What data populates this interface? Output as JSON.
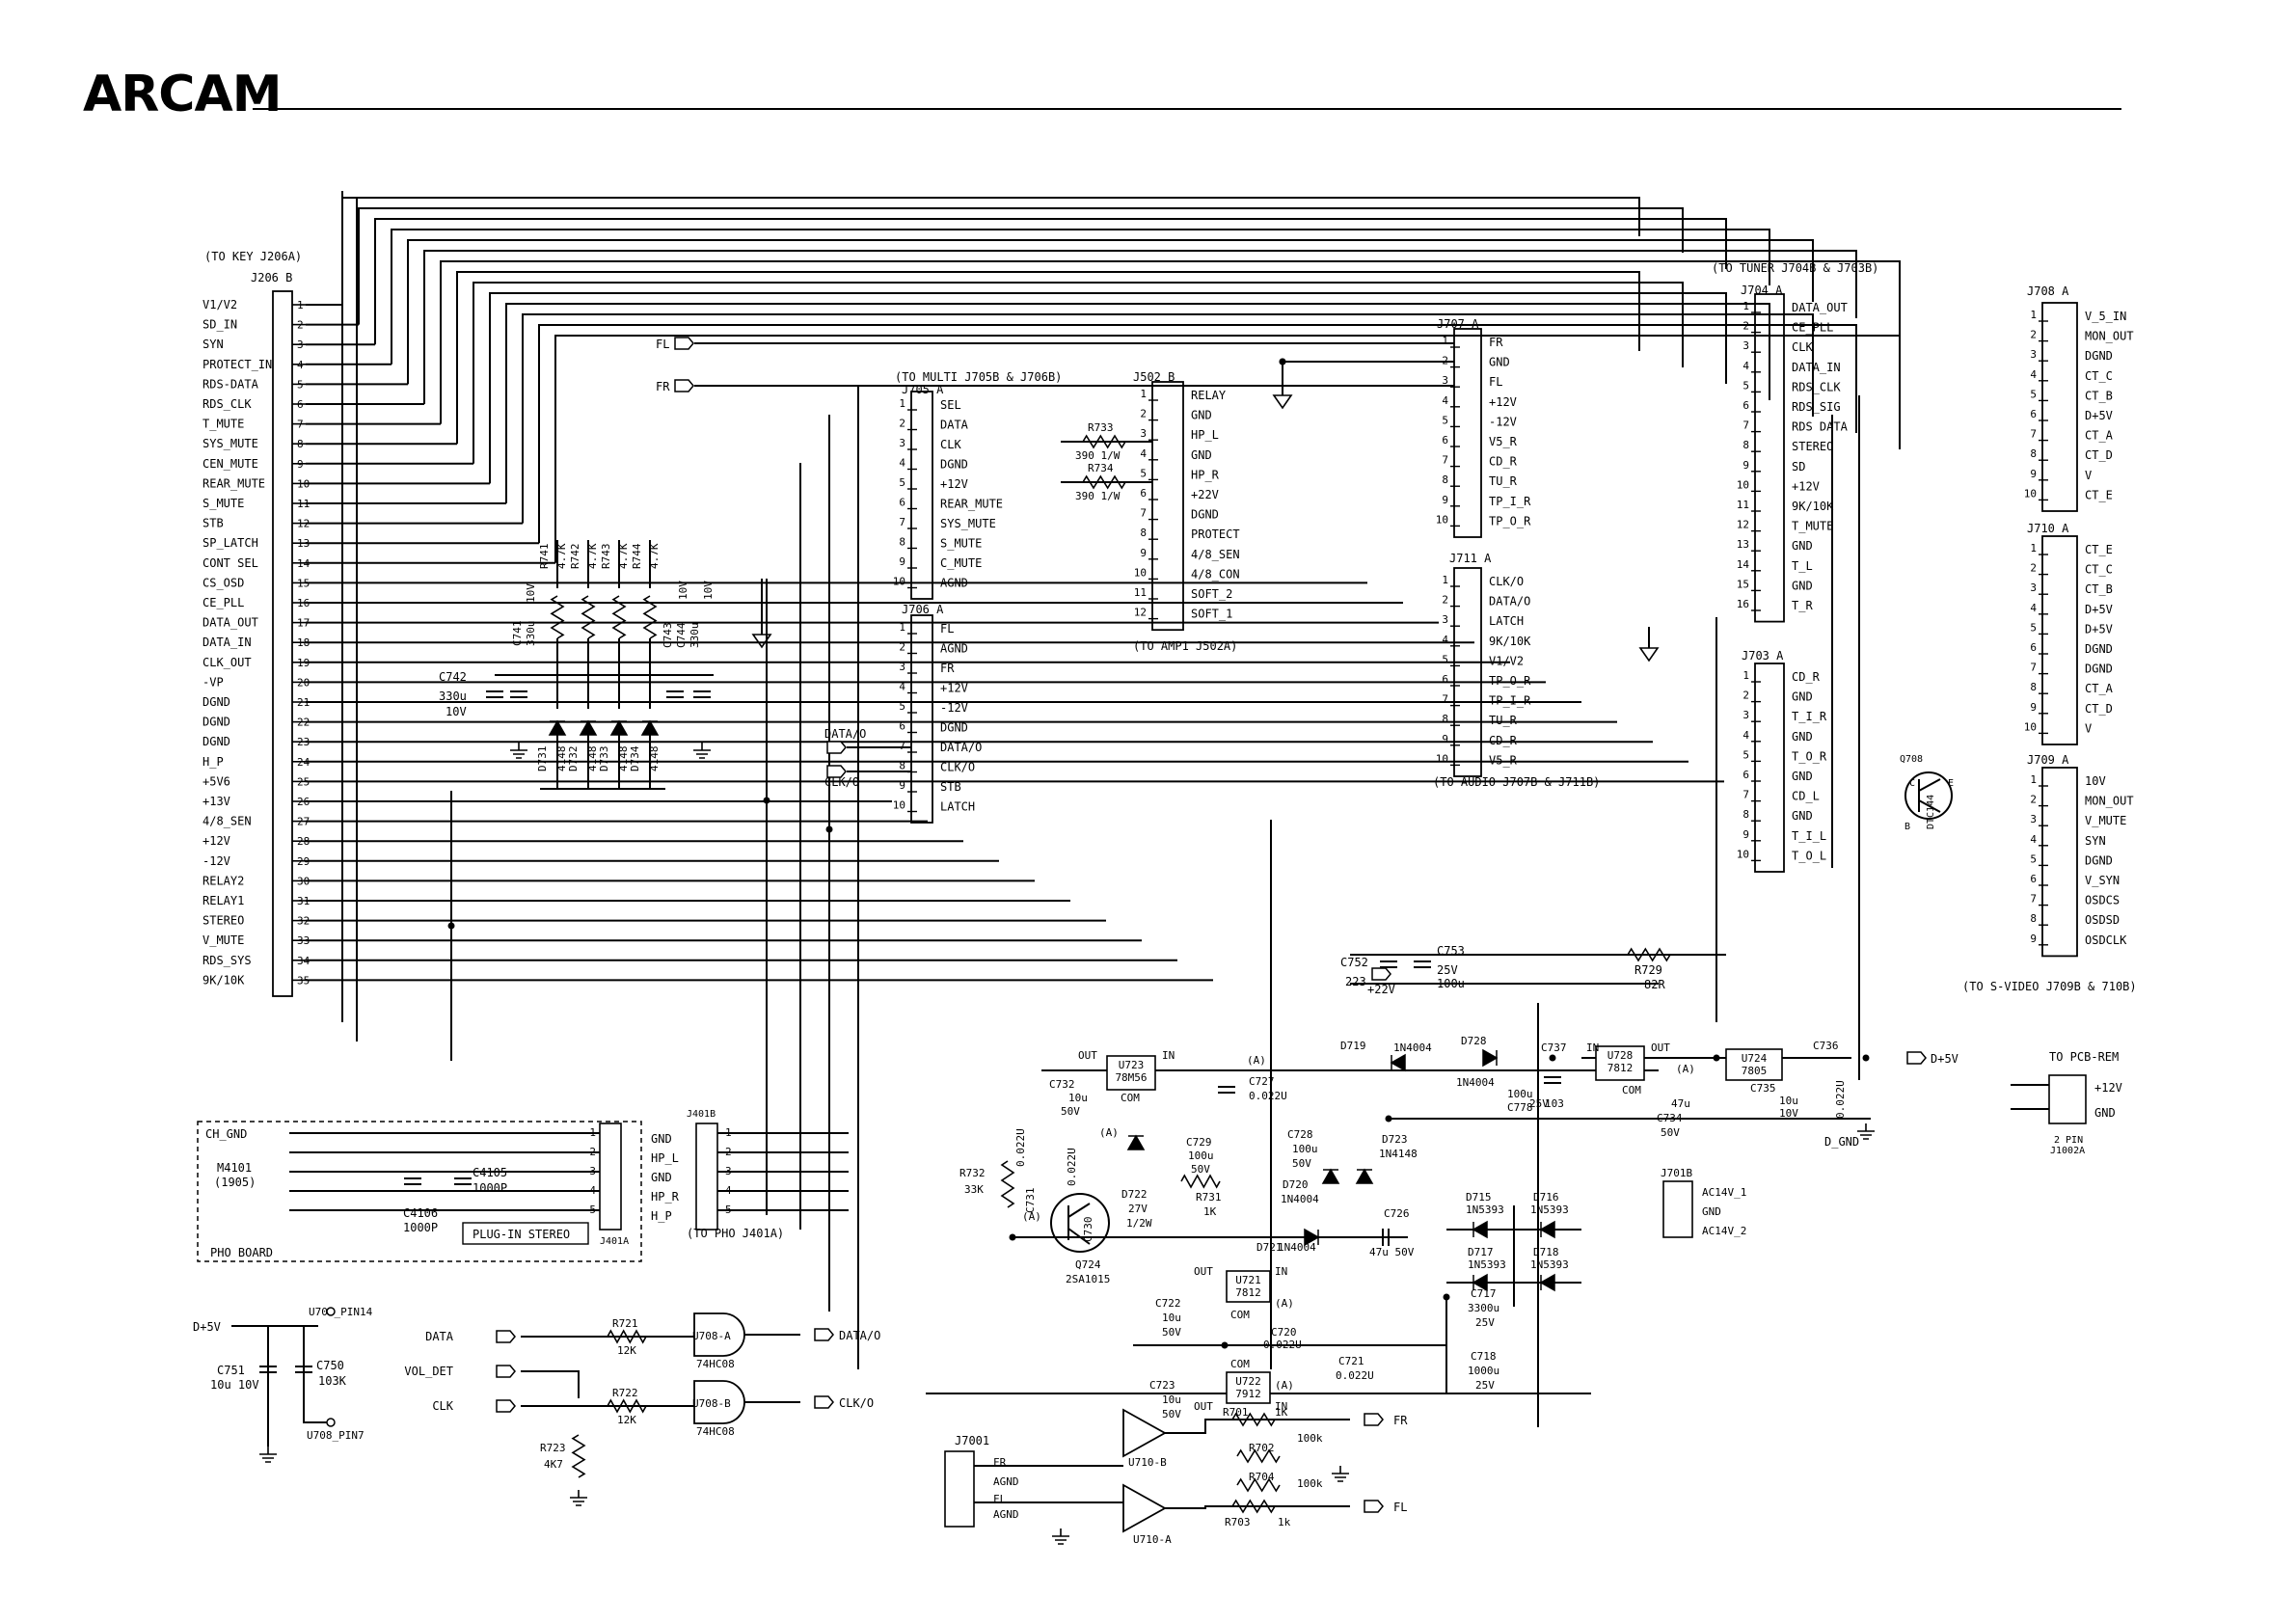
{
  "brand": "ARCAM",
  "connectors": [
    {
      "id": "J206B",
      "title": "J206 B",
      "note": "(TO KEY J206A)",
      "side": "left",
      "pins": [
        "V1/V2",
        "SD_IN",
        "SYN",
        "PROTECT_IN",
        "RDS-DATA",
        "RDS_CLK",
        "T_MUTE",
        "SYS_MUTE",
        "CEN_MUTE",
        "REAR_MUTE",
        "S_MUTE",
        "STB",
        "SP_LATCH",
        "CONT SEL",
        "CS_OSD",
        "CE_PLL",
        "DATA_OUT",
        "DATA_IN",
        "CLK_OUT",
        "-VP",
        "DGND",
        "DGND",
        "DGND",
        "H_P",
        "+5V6",
        "+13V",
        "4/8_SEN",
        "+12V",
        "-12V",
        "RELAY2",
        "RELAY1",
        "STEREO",
        "V_MUTE",
        "RDS_SYS",
        "9K/10K"
      ]
    },
    {
      "id": "J705A",
      "title": "J705 A",
      "note": "(TO MULTI  J705B & J706B)",
      "side": "right",
      "pins": [
        "SEL",
        "DATA",
        "CLK",
        "DGND",
        "+12V",
        "REAR_MUTE",
        "SYS_MUTE",
        "S_MUTE",
        "C_MUTE",
        "AGND"
      ]
    },
    {
      "id": "J706A",
      "title": "J706 A",
      "note": "",
      "side": "right",
      "pins": [
        "FL",
        "AGND",
        "FR",
        "+12V",
        "-12V",
        "DGND",
        "DATA/O",
        "CLK/O",
        "STB",
        "LATCH"
      ]
    },
    {
      "id": "J502B",
      "title": "J502 B",
      "note": "(TO AMP1 J502A)",
      "side": "right",
      "pins": [
        "RELAY",
        "GND",
        "HP_L",
        "GND",
        "HP_R",
        "+22V",
        "DGND",
        "PROTECT",
        "4/8_SEN",
        "4/8_CON",
        "SOFT_2",
        "SOFT_1"
      ]
    },
    {
      "id": "J707A",
      "title": "J707 A",
      "note": "",
      "side": "right",
      "pins": [
        "FR",
        "GND",
        "FL",
        "+12V",
        "-12V",
        "V5_R",
        "CD_R",
        "TU_R",
        "TP_I_R",
        "TP_O_R"
      ]
    },
    {
      "id": "J711A",
      "title": "J711 A",
      "note": "(TO AUDIO J707B & J711B)",
      "side": "right",
      "pins": [
        "CLK/O",
        "DATA/O",
        "LATCH",
        "9K/10K",
        "V1/V2",
        "TP_O_R",
        "TP_I_R",
        "TU_R",
        "CD_R",
        "V5_R"
      ]
    },
    {
      "id": "J704A",
      "title": "J704 A",
      "note": "(TO TUNER J704B & J703B)",
      "side": "right",
      "pins": [
        "DATA_OUT",
        "CE_PLL",
        "CLK",
        "DATA_IN",
        "RDS_CLK",
        "RDS_SIG",
        "RDS DATA",
        "STEREO",
        "SD",
        "+12V",
        "9K/10K",
        "T_MUTE",
        "GND",
        "T_L",
        "GND",
        "T_R"
      ]
    },
    {
      "id": "J703A",
      "title": "J703 A",
      "note": "",
      "side": "right",
      "pins": [
        "CD_R",
        "GND",
        "T_I_R",
        "GND",
        "T_O_R",
        "GND",
        "CD_L",
        "GND",
        "T_I_L",
        "T_O_L"
      ]
    },
    {
      "id": "J708A",
      "title": "J708  A",
      "note": "",
      "side": "right",
      "pins": [
        "V_5_IN",
        "MON_OUT",
        "DGND",
        "CT_C",
        "CT_B",
        "D+5V",
        "CT_A",
        "CT_D",
        "V",
        "CT_E"
      ]
    },
    {
      "id": "J710A",
      "title": "J710  A",
      "note": "",
      "side": "right",
      "pins": [
        "CT_E",
        "CT_C",
        "CT_B",
        "D+5V",
        "D+5V",
        "DGND",
        "DGND",
        "CT_A",
        "CT_D",
        "V"
      ]
    },
    {
      "id": "J709A",
      "title": "J709  A",
      "note": "(TO S-VIDEO J709B & 710B)",
      "side": "right",
      "pins": [
        "10V",
        "MON_OUT",
        "V_MUTE",
        "SYN",
        "DGND",
        "V_SYN",
        "OSDCS",
        "OSDSD",
        "OSDCLK"
      ]
    }
  ],
  "labels": {
    "fl": "FL",
    "fr": "FR",
    "data_o": "DATA/O",
    "clk_o": "CLK/O",
    "r733": "R733",
    "r733v": "390 1/W",
    "r734": "R734",
    "r734v": "390 1/W",
    "c742": "C742",
    "c742v": "330u",
    "c742v2": "10V",
    "r741": "R741",
    "r742": "R742",
    "r743": "R743",
    "r744": "R744",
    "r4k7": "4.7K",
    "c741": "C741",
    "c741v": "330u",
    "c741v2": "10V",
    "c743": "C743",
    "c744": "C744",
    "c74xv": "330u",
    "c74xv2": "10V",
    "d731": "D731",
    "d732": "D732",
    "d733": "D733",
    "d734": "D734",
    "d4148": "4148",
    "q708": "Q708",
    "dtc144": "DTC144",
    "q_c": "C",
    "q_e": "E",
    "q_b": "B",
    "c752": "C752",
    "c752v": "223",
    "c753": "C753",
    "c753v": "25V",
    "c753v2": "100u",
    "r729": "R729",
    "r729v": "82R",
    "p22v": "+22V",
    "d719": "D719",
    "d719v": "1N4004",
    "d728": "D728",
    "d728v": "1N4004",
    "c737": "C737",
    "c737v": "103",
    "c778v": "100u",
    "c778": "C778",
    "c778v2": "25V",
    "u728": "U728",
    "u728v": "7812",
    "in": "IN",
    "out": "OUT",
    "com": "COM",
    "c734v": "47u",
    "c734": "C734",
    "c734v2": "50V",
    "u724": "U724",
    "u724v": "7805",
    "c735": "C735",
    "c735v": "10u",
    "c735v2": "10V",
    "c736": "C736",
    "c736v": "0.022U",
    "dp5v": "D+5V",
    "d_gnd": "D_GND",
    "to_pcb_rem": "TO PCB-REM",
    "p12v": "+12V",
    "gnd": "GND",
    "j1002a_1": "2 PIN",
    "j1002a_2": "J1002A",
    "u723": "U723",
    "u723v": "78M56",
    "c732": "C732",
    "c732v": "10u",
    "c732v2": "50V",
    "a": "(A)",
    "c727": "C727",
    "c727v": "0.022U",
    "d723": "D723",
    "d723v": "1N4148",
    "r732": "R732",
    "r732v": "33K",
    "c731": "C731",
    "c731v": "0.022U",
    "c730": "C730",
    "c730v": "0.022U",
    "d722": "D722",
    "d722v": "27V",
    "d722v2": "1/2W",
    "c729": "C729",
    "c729v": "100u",
    "c729v2": "50V",
    "c728": "C728",
    "c728v": "100u",
    "c728v2": "50V",
    "d720": "D720",
    "d720v": "1N4004",
    "r731": "R731",
    "r731v": "1K",
    "d721": "D721",
    "d721v": "1N4004",
    "c726": "C726",
    "c726v": "47u 50V",
    "q724": "Q724",
    "q724v": "2SA1015",
    "d715": "D715",
    "d716": "D716",
    "d717": "D717",
    "d718": "D718",
    "d5393": "1N5393",
    "j701b": "J701B",
    "ac14v_1": "AC14V_1",
    "ac14v_2": "AC14V_2",
    "c717": "C717",
    "c717v": "3300u",
    "c717v2": "25V",
    "c718": "C718",
    "c718v": "1000u",
    "c718v2": "25V",
    "u721": "U721",
    "u721v": "7812",
    "c722": "C722",
    "c722v": "10u",
    "c722v2": "50V",
    "c720": "C720",
    "c720v": "0.022U",
    "c721": "C721",
    "c721v": "0.022U",
    "u722": "U722",
    "u722v": "7912",
    "c723": "C723",
    "c723v": "10u",
    "c723v2": "50V",
    "ch_gnd": "CH_GND",
    "m4101": "M4101",
    "m4101v": "(1905)",
    "c4105": "C4105",
    "c4105v": "1000P",
    "c4106": "C4106",
    "c4106v": "1000P",
    "plugin": "PLUG-IN STEREO",
    "pho_board": "PHO BOARD",
    "j401a": "J401A",
    "j401b": "J401B",
    "to_pho": "(TO PHO J401A)",
    "hp_l": "HP_L",
    "hp_r": "HP_R",
    "h_p": "H_P",
    "u708_p14": "U708_PIN14",
    "u708_p7": "U708_PIN7",
    "c751": "C751",
    "c751v": "10u 10V",
    "c750": "C750",
    "c750v": "103K",
    "data": "DATA",
    "vol_det": "VOL_DET",
    "clk": "CLK",
    "r721": "R721",
    "r721v": "12K",
    "r722": "R722",
    "r722v": "12K",
    "r723": "R723",
    "r723v": "4K7",
    "u708a": "U708-A",
    "u708b": "U708-B",
    "hc08": "74HC08",
    "j7001": "J7001",
    "u710a": "U710-A",
    "u710b": "U710-B",
    "r701": "R701",
    "r701v": "1K",
    "r702": "R702",
    "r702v": "100k",
    "r704": "R704",
    "r704v": "100k",
    "r703": "R703",
    "r703v": "1k",
    "agnd": "AGND"
  }
}
